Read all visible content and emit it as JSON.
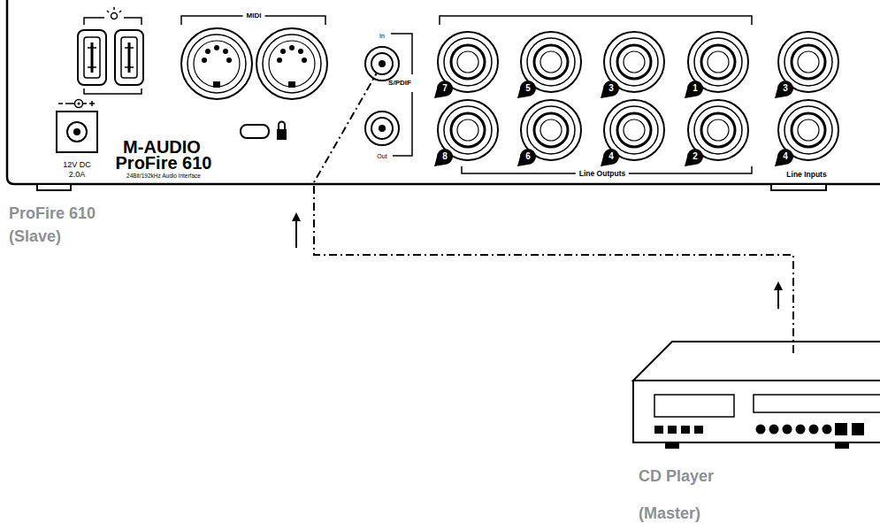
{
  "diagram": {
    "nodes": [
      {
        "text": [
          "ProFire 610 (Slave)"
        ]
      },
      {
        "text": [
          "CD Player (Master)"
        ]
      }
    ],
    "edges": [
      {
        "from": 1,
        "to": 0,
        "arrow": "to"
      }
    ],
    "labels": [
      "MIDI",
      "M-AUDIO",
      "ProFire 610",
      "24Bit/192kHz Audio Interface",
      "12V DC",
      "2.0A",
      "In",
      "S/PDIF",
      "Out",
      "7",
      "5",
      "3",
      "1",
      "3",
      "8",
      "6",
      "4",
      "2",
      "4",
      "Line Outputs",
      "Line Inputs"
    ]
  }
}
